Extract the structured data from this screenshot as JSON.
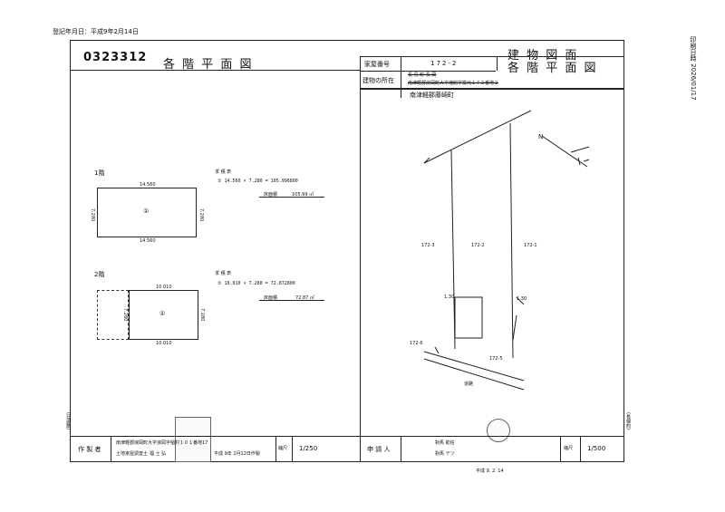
{
  "header": {
    "reg_date": "登記年月日：平成9年2月14日",
    "doc_id": "0323312",
    "left_title": "各 階 平 面 図",
    "right_title_1": "建 物 図 面",
    "right_title_2": "各 階 平 面 図",
    "print_date": "印刷日時 2026/01/17"
  },
  "info": {
    "house_no_label": "家屋番号",
    "house_no_value": "172-2",
    "location_label": "建物の所在",
    "location_line1": "長 島 町 長 岡",
    "location_line2": "南津軽郡浪岡町大字増館字富元１７２番地２",
    "location_note": "南津軽郡藤崎町"
  },
  "left_plan": {
    "f1_label": "1階",
    "f1_area_title": "求 積 表",
    "f1_calc": "①  14.560 × 7.280 = 105.996800",
    "f1_total_label": "床面積",
    "f1_total_value": "105.99 ㎡",
    "f1_dim_top": "14.560",
    "f1_dim_bottom": "14.560",
    "f1_dim_left": "7.280",
    "f1_dim_right": "7.280",
    "f1_mark": "①",
    "f2_label": "2階",
    "f2_area_title": "求 積 表",
    "f2_calc": "①  10.010 × 7.280 = 72.872800",
    "f2_total_label": "床面積",
    "f2_total_value": "72.87 ㎡",
    "f2_dim_top": "10.010",
    "f2_dim_bottom": "10.010",
    "f2_dim_left": "7.280",
    "f2_dim_right": "7.280",
    "f2_mark": "①"
  },
  "right_plan": {
    "lot_a": "172-3",
    "lot_b": "172-2",
    "lot_c": "172-1",
    "lot_d": "172-6",
    "lot_e": "172-5",
    "road": "道路",
    "dim_a": "1.30",
    "dim_b": "1.30",
    "north": "N"
  },
  "footer": {
    "maker_label": "作 製 者",
    "maker_addr": "南津軽郡浪岡町大字浪岡字稲村１０１番地17",
    "maker_title": "土地家屋調査士",
    "maker_name": "福 士 弘",
    "maker_date": "平成 9年 2月12日作製",
    "scale_label_left": "縮尺",
    "scale_left": "1/250",
    "applicant_label": "申 請 人",
    "applicant_1": "對馬 助信",
    "applicant_2": "對馬 テツ",
    "scale_label_right": "縮尺",
    "scale_right": "1/500",
    "bottom_date": "平成 9. 2. 14",
    "side_left": "(日道路)",
    "side_right": "(長縮約)"
  }
}
